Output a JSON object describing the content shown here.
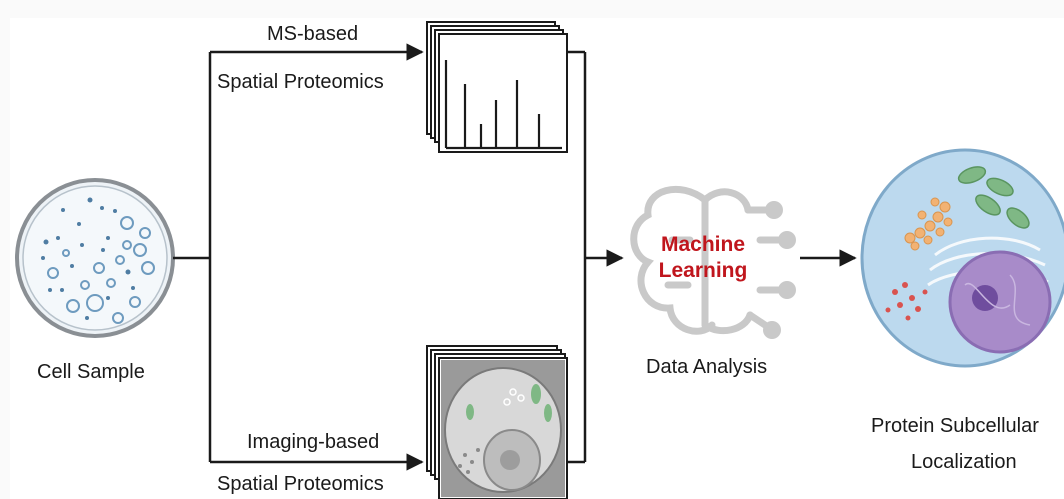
{
  "labels": {
    "ms_line1": "MS-based",
    "ms_line2": "Spatial Proteomics",
    "img_line1": "Imaging-based",
    "img_line2": "Spatial Proteomics",
    "cell_sample": "Cell Sample",
    "ml_line1": "Machine",
    "ml_line2": "Learning",
    "data_analysis": "Data Analysis",
    "output_line1": "Protein Subcellular",
    "output_line2": "Localization"
  },
  "colors": {
    "line": "#1a1a1a",
    "ml_text": "#c0161d",
    "brain_gray": "#c9c9c9",
    "cell_blue": "#bcd9ee",
    "nucleus_purple": "#a88bc9",
    "mito_green": "#7fb885",
    "golgi_orange": "#f2b273",
    "vesicle_red": "#d9534f",
    "dish_blue": "#6e9bbf"
  },
  "icons": [
    "petri-dish-icon",
    "mass-spectrum-icon",
    "microscopy-image-icon",
    "brain-circuit-icon",
    "cell-icon"
  ]
}
